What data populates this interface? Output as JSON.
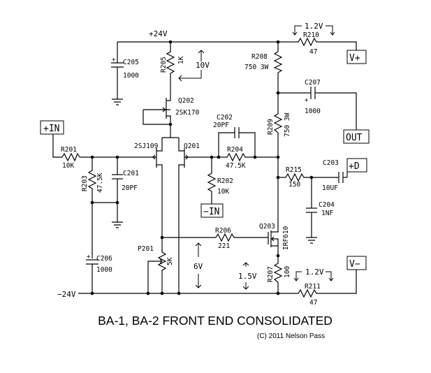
{
  "title": "BA-1, BA-2 FRONT END CONSOLIDATED",
  "copyright": "(C) 2011 Nelson Pass",
  "rails": {
    "pos": "+24V",
    "neg": "−24V"
  },
  "terminals": {
    "in_pos": "+IN",
    "in_neg": "−IN",
    "vplus": "V+",
    "vminus": "V−",
    "out": "OUT",
    "plus_d": "+D"
  },
  "components": {
    "r201": {
      "ref": "R201",
      "value": "10K"
    },
    "r202": {
      "ref": "R202",
      "value": "10K"
    },
    "r203": {
      "ref": "R203",
      "value": "47.5K"
    },
    "r204": {
      "ref": "R204",
      "value": "47.5K"
    },
    "r205": {
      "ref": "R205",
      "value": "1K"
    },
    "r206": {
      "ref": "R206",
      "value": "221"
    },
    "r207": {
      "ref": "R207",
      "value": "100"
    },
    "r208": {
      "ref": "R208",
      "value": "750 3W"
    },
    "r209": {
      "ref": "R209",
      "value": "750 3W"
    },
    "r210": {
      "ref": "R210",
      "value": "47"
    },
    "r211": {
      "ref": "R211",
      "value": "47"
    },
    "r215": {
      "ref": "R215",
      "value": "150"
    },
    "c201": {
      "ref": "C201",
      "value": "20PF"
    },
    "c202": {
      "ref": "C202",
      "value": "20PF"
    },
    "c203": {
      "ref": "C203",
      "value": "10UF"
    },
    "c204": {
      "ref": "C204",
      "value": "1NF"
    },
    "c205": {
      "ref": "C205",
      "value": "1000"
    },
    "c206": {
      "ref": "C206",
      "value": "1000"
    },
    "c207": {
      "ref": "C207",
      "value": "1000"
    },
    "q201": {
      "ref": "Q201"
    },
    "q201_type": "2SJ109",
    "q202": {
      "ref": "Q202",
      "type": "2SK170"
    },
    "q203": {
      "ref": "Q203",
      "type": "IRF610"
    },
    "p201": {
      "ref": "P201",
      "value": "5K"
    }
  },
  "voltages": {
    "v10": "10V",
    "v6": "6V",
    "v1_5": "1.5V",
    "v1_2_top": "1.2V",
    "v1_2_bot": "1.2V"
  },
  "polarity_mark": "+"
}
